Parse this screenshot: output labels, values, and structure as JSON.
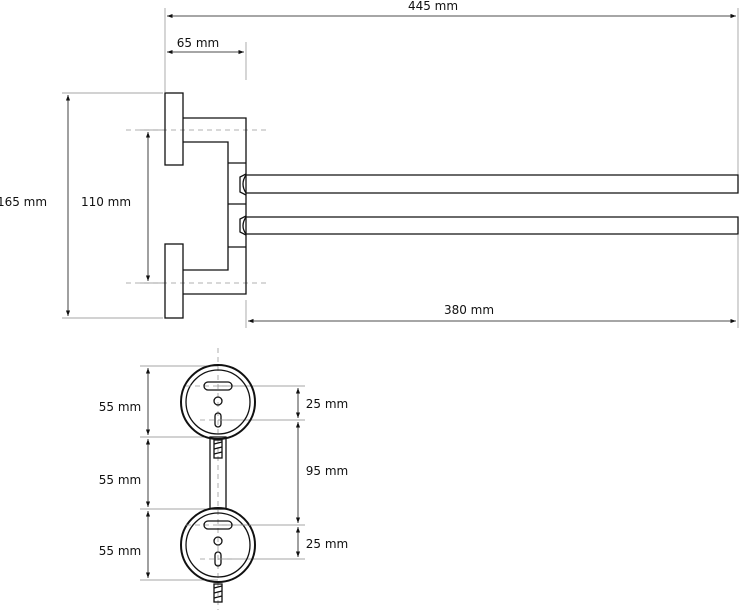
{
  "top_view": {
    "dim_total_width": "445 mm",
    "dim_base_width": "65 mm",
    "dim_total_height": "165 mm",
    "dim_mount_spacing": "110 mm",
    "dim_arm_length": "380 mm"
  },
  "front_view": {
    "dim_upper_plate": "55 mm",
    "dim_middle": "55 mm",
    "dim_lower_plate": "55 mm",
    "dim_upper_hole": "25 mm",
    "dim_hole_spacing": "95 mm",
    "dim_lower_hole": "25 mm"
  }
}
